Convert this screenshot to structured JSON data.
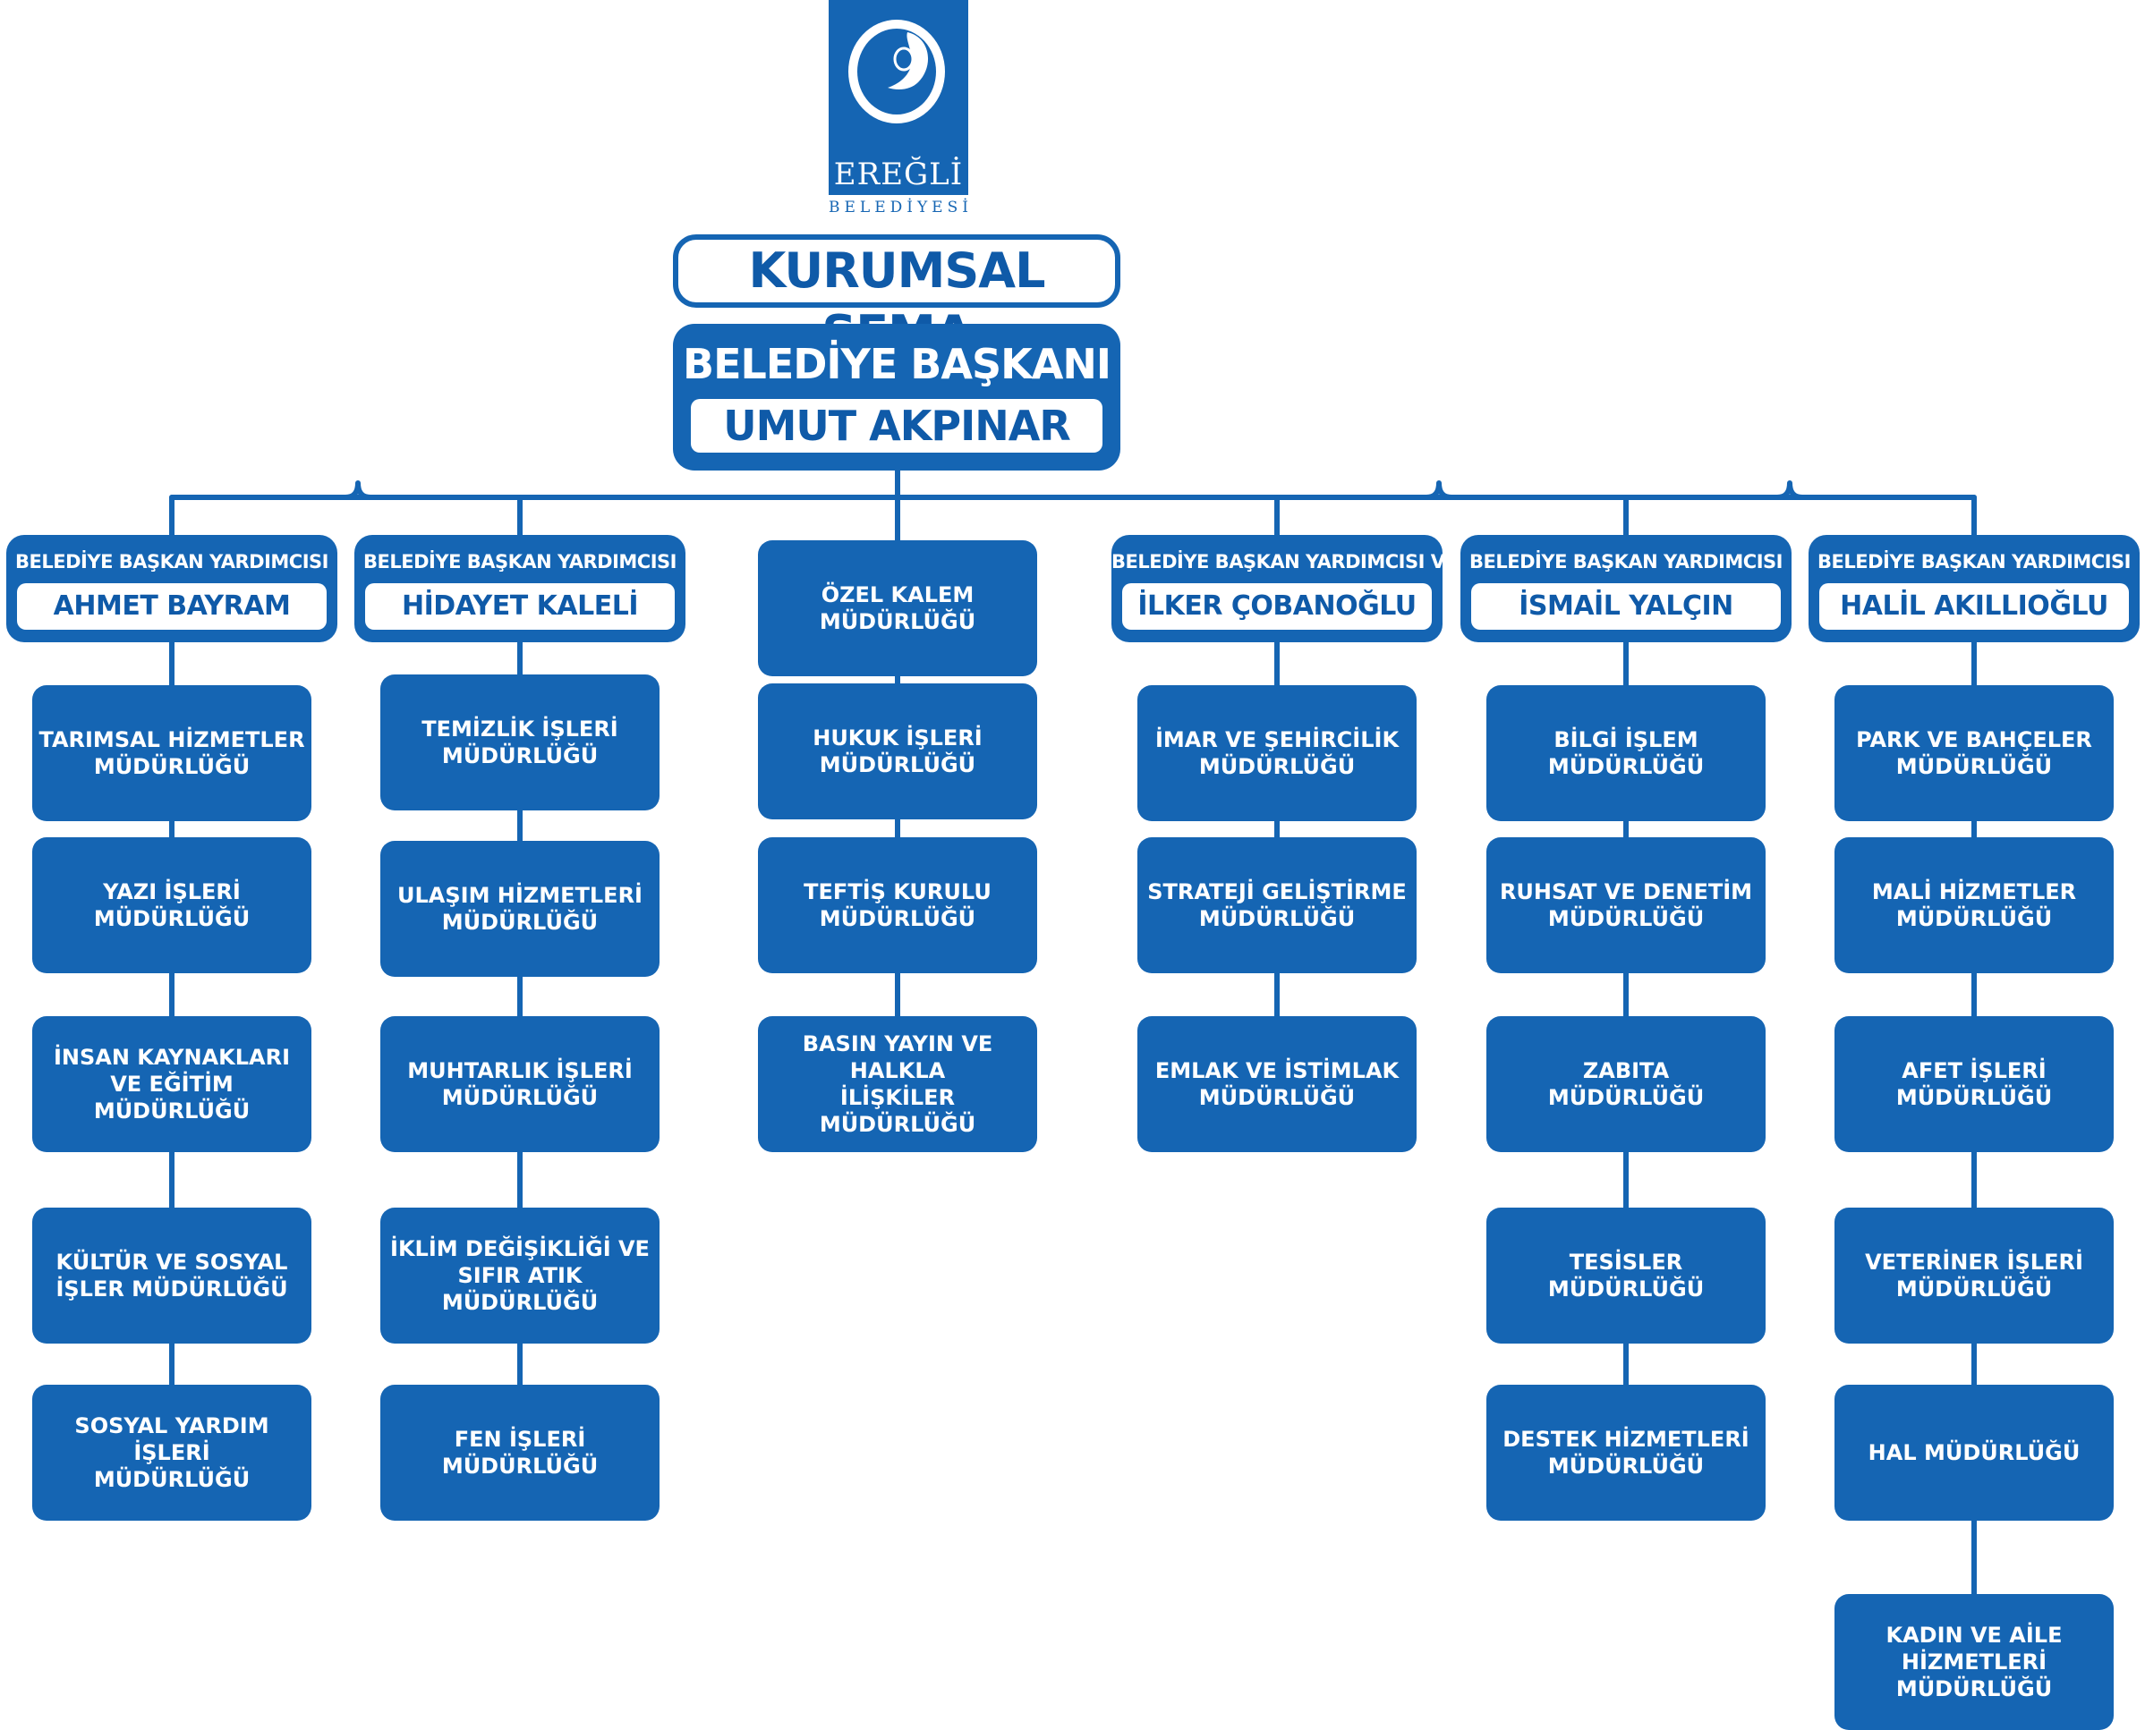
{
  "logo": {
    "name": "EREĞLİ",
    "sub": "BELEDİYESİ"
  },
  "title": "KURUMSAL ŞEMA",
  "mayor": {
    "title": "BELEDİYE BAŞKANI",
    "name": "UMUT AKPINAR"
  },
  "colors": {
    "primary": "#1565b3",
    "text_dark": "#0f5aa8",
    "background": "#ffffff"
  },
  "columns": [
    {
      "title": "BELEDİYE BAŞKAN YARDIMCISI",
      "name": "AHMET BAYRAM",
      "units": [
        "TARIMSAL HİZMETLER\nMÜDÜRLÜĞÜ",
        "YAZI İŞLERİ\nMÜDÜRLÜĞÜ",
        "İNSAN KAYNAKLARI\nVE EĞİTİM MÜDÜRLÜĞÜ",
        "KÜLTÜR VE SOSYAL\nİŞLER MÜDÜRLÜĞÜ",
        "SOSYAL YARDIM İŞLERİ\nMÜDÜRLÜĞÜ"
      ]
    },
    {
      "title": "BELEDİYE BAŞKAN YARDIMCISI",
      "name": "HİDAYET KALELİ",
      "units": [
        "TEMİZLİK İŞLERİ\nMÜDÜRLÜĞÜ",
        "ULAŞIM HİZMETLERİ\nMÜDÜRLÜĞÜ",
        "MUHTARLIK İŞLERİ\nMÜDÜRLÜĞÜ",
        "İKLİM DEĞİŞİKLİĞİ VE\nSIFIR ATIK MÜDÜRLÜĞÜ",
        "FEN İŞLERİ\nMÜDÜRLÜĞÜ"
      ]
    },
    {
      "title": "",
      "name": "",
      "units": [
        "ÖZEL KALEM\nMÜDÜRLÜĞÜ",
        "HUKUK İŞLERİ\nMÜDÜRLÜĞÜ",
        "TEFTİŞ KURULU\nMÜDÜRLÜĞÜ",
        "BASIN YAYIN VE HALKLA\nİLİŞKİLER MÜDÜRLÜĞÜ"
      ]
    },
    {
      "title": "BELEDİYE BAŞKAN YARDIMCISI V.",
      "name": "İLKER ÇOBANOĞLU",
      "units": [
        "İMAR VE ŞEHİRCİLİK\nMÜDÜRLÜĞÜ",
        "STRATEJİ GELİŞTİRME\nMÜDÜRLÜĞÜ",
        "EMLAK VE İSTİMLAK\nMÜDÜRLÜĞÜ"
      ]
    },
    {
      "title": "BELEDİYE BAŞKAN YARDIMCISI",
      "name": "İSMAİL YALÇIN",
      "units": [
        "BİLGİ İŞLEM\nMÜDÜRLÜĞÜ",
        "RUHSAT VE DENETİM\nMÜDÜRLÜĞÜ",
        "ZABITA\nMÜDÜRLÜĞÜ",
        "TESİSLER\nMÜDÜRLÜĞÜ",
        "DESTEK HİZMETLERİ\nMÜDÜRLÜĞÜ"
      ]
    },
    {
      "title": "BELEDİYE BAŞKAN YARDIMCISI",
      "name": "HALİL AKILLIOĞLU",
      "units": [
        "PARK VE BAHÇELER\nMÜDÜRLÜĞÜ",
        "MALİ HİZMETLER\nMÜDÜRLÜĞÜ",
        "AFET İŞLERİ\nMÜDÜRLÜĞÜ",
        "VETERİNER İŞLERİ\nMÜDÜRLÜĞÜ",
        "HAL MÜDÜRLÜĞÜ",
        "KADIN VE AİLE HİZMETLERİ\nMÜDÜRLÜĞÜ"
      ]
    }
  ]
}
